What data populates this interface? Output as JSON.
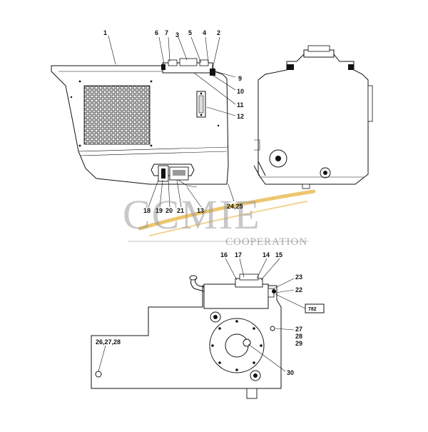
{
  "watermark": {
    "brand": "CCMIE",
    "subtitle": "COOPERATION",
    "swoosh_color": "#e8b84a",
    "text_color": "#9a9a9a"
  },
  "callouts": {
    "c1": "1",
    "c2": "2",
    "c3": "3",
    "c4": "4",
    "c5": "5",
    "c6": "6",
    "c7": "7",
    "c9": "9",
    "c10": "10",
    "c11": "11",
    "c12": "12",
    "c13": "13",
    "c14": "14",
    "c15": "15",
    "c16": "16",
    "c17": "17",
    "c18": "18",
    "c19": "19",
    "c20": "20",
    "c21": "21",
    "c22": "22",
    "c23": "23",
    "c24_25": "24,25",
    "c26_27_28": "26,27,28",
    "c27": "27",
    "c28": "28",
    "c29": "29",
    "c30": "30",
    "ref_box": "782"
  }
}
